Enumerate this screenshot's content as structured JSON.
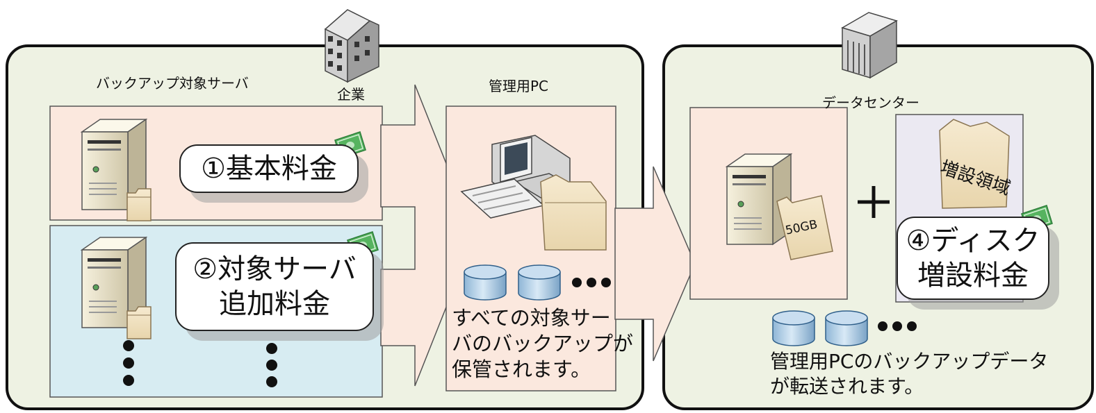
{
  "company": {
    "title": "企業",
    "servers_label": "バックアップ対象サーバ",
    "pc_label": "管理用PC",
    "fee_basic": "①基本料金",
    "fee_server_add_line1": "②対象サーバ",
    "fee_server_add_line2": "追加料金",
    "pc_note_line1": "すべての対象サー",
    "pc_note_line2": "バのバックアップが",
    "pc_note_line3": "保管されます。"
  },
  "datacenter": {
    "title": "データセンター",
    "disk_size": "50GB",
    "plus": "+",
    "expansion_area": "増設領域",
    "fee_disk_add_line1": "④ディスク",
    "fee_disk_add_line2": "増設料金",
    "transfer_note_line1": "管理用PCのバックアップデータ",
    "transfer_note_line2": "が転送されます。"
  },
  "colors": {
    "panel_bg": "#eef2e3",
    "server_row_basic": "#fbe8de",
    "server_row_additional": "#d7ecf2",
    "pc_box": "#fbe8de",
    "dc_server_box": "#fbe8de",
    "dc_expansion_box": "#ebe9f2",
    "money": "#4fae5b"
  }
}
